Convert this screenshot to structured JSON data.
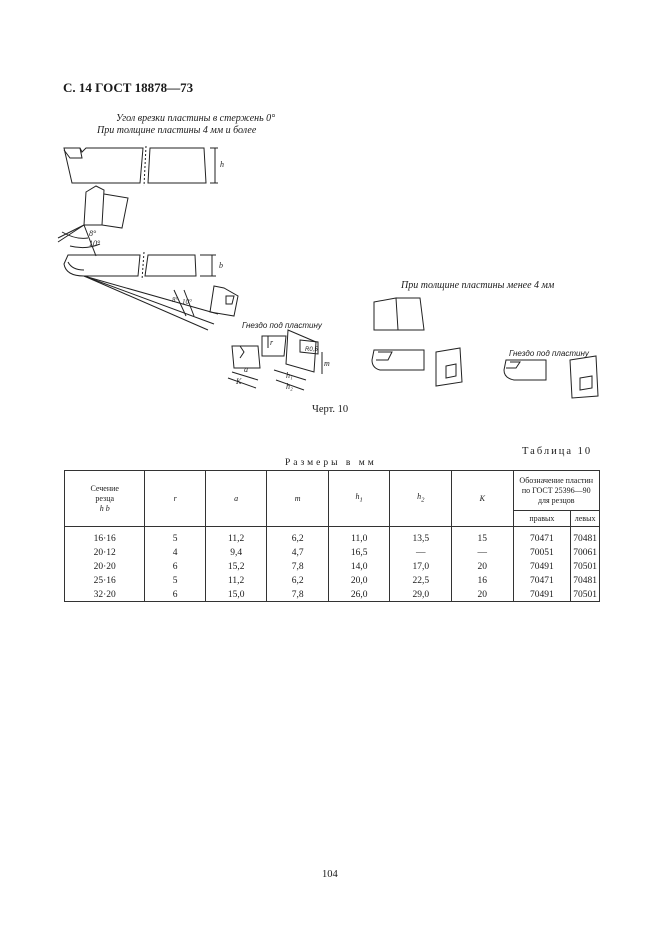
{
  "header": "С. 14 ГОСТ 18878—73",
  "notes": {
    "angle": "Угол врезки пластины в стержень 0°",
    "thick": "При толщине пластины 4 мм и более",
    "thin": "При толщине пластины менее 4 мм",
    "nest1": "Гнездо под пластину",
    "nest2": "Гнездо под пластину"
  },
  "drawing_labels": {
    "h": "h",
    "b": "b",
    "deg8": "8°",
    "deg10": "10°",
    "deg8b": "8°",
    "deg10b": "10°",
    "r": "r",
    "r05": "R0,5",
    "a": "a",
    "K": "K",
    "m": "m",
    "h1": "h₁",
    "h2": "h₂"
  },
  "chert": "Черт. 10",
  "table_caption": "Таблица 10",
  "sizes_caption": "Размеры в мм",
  "table": {
    "headers": {
      "section": [
        "Сечение",
        "резца",
        "h  b"
      ],
      "r": "r",
      "a": "a",
      "m": "m",
      "h1": "h",
      "h1_sub": "1",
      "h2": "h",
      "h2_sub": "2",
      "K": "K",
      "designation": [
        "Обозначение пластин",
        "по ГОСТ 25396—90",
        "для резцов"
      ],
      "right": "правых",
      "left": "левых"
    },
    "rows": [
      {
        "section": "16·16",
        "r": "5",
        "a": "11,2",
        "m": "6,2",
        "h1": "11,0",
        "h2": "13,5",
        "K": "15",
        "right": "70471",
        "left": "70481"
      },
      {
        "section": "20·12",
        "r": "4",
        "a": "9,4",
        "m": "4,7",
        "h1": "16,5",
        "h2": "—",
        "K": "—",
        "right": "70051",
        "left": "70061"
      },
      {
        "section": "20·20",
        "r": "6",
        "a": "15,2",
        "m": "7,8",
        "h1": "14,0",
        "h2": "17,0",
        "K": "20",
        "right": "70491",
        "left": "70501"
      },
      {
        "section": "25·16",
        "r": "5",
        "a": "11,2",
        "m": "6,2",
        "h1": "20,0",
        "h2": "22,5",
        "K": "16",
        "right": "70471",
        "left": "70481"
      },
      {
        "section": "32·20",
        "r": "6",
        "a": "15,0",
        "m": "7,8",
        "h1": "26,0",
        "h2": "29,0",
        "K": "20",
        "right": "70491",
        "left": "70501"
      }
    ]
  },
  "page_number": "104"
}
